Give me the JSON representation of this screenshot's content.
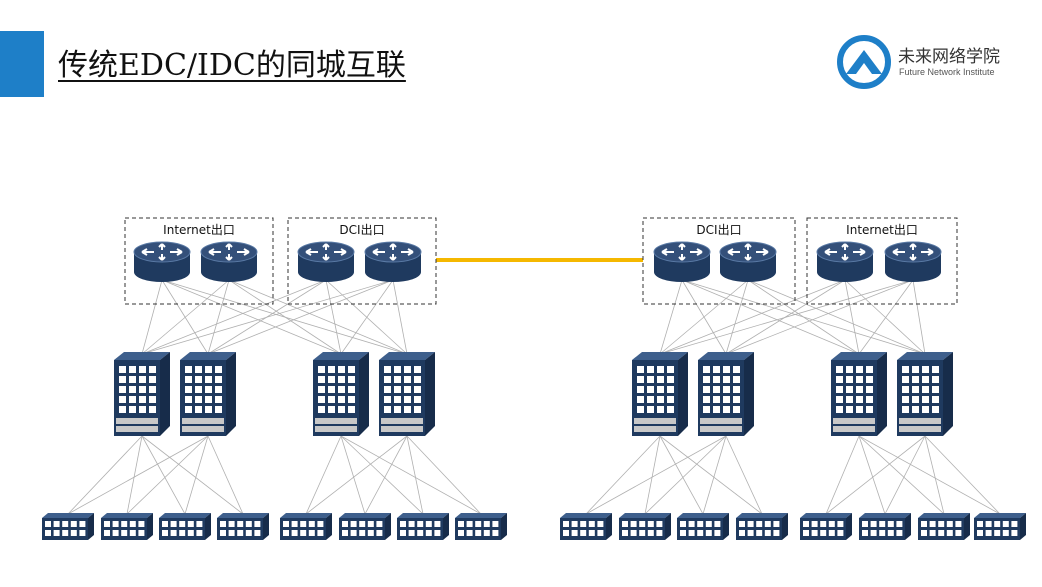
{
  "title": "传统EDC/IDC的同城互联",
  "logo": {
    "name": "未来网络学院",
    "subtitle": "Future Network Institute",
    "icon": "mountain-ring-logo-icon"
  },
  "colors": {
    "accent": "#1e7fc8",
    "router": "#1f3a5f",
    "router_top": "#34507a",
    "building": "#1f3a5f",
    "interconnect": "#f5b800",
    "link": "#b0b0b0"
  },
  "diagram": {
    "left_site": {
      "groups": [
        {
          "label": "Internet出口",
          "routers": 2
        },
        {
          "label": "DCI出口",
          "routers": 2
        }
      ],
      "aggregation_switches": 4,
      "access_switches": 8
    },
    "right_site": {
      "groups": [
        {
          "label": "DCI出口",
          "routers": 2
        },
        {
          "label": "Internet出口",
          "routers": 2
        }
      ],
      "aggregation_switches": 4,
      "access_switches": 8
    },
    "interconnect": "DCI link"
  }
}
